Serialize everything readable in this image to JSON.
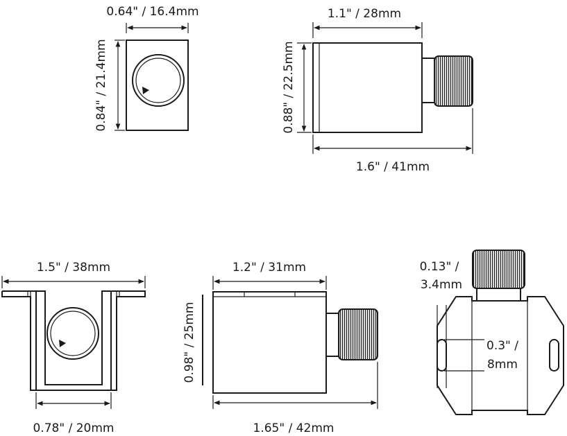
{
  "dimensions": {
    "top_left_width": "0.64\" / 16.4mm",
    "top_left_height": "0.84\" / 21.4mm",
    "top_right_body_width": "1.1\" / 28mm",
    "top_right_height": "0.88\" / 22.5mm",
    "top_right_total_width": "1.6\" / 41mm",
    "bottom_left_flange_width": "1.5\" / 38mm",
    "bottom_left_inner_width": "0.78\" / 20mm",
    "bottom_mid_body_width": "1.2\" / 31mm",
    "bottom_mid_height": "0.98\" / 25mm",
    "bottom_mid_total_width": "1.65\" / 42mm",
    "bottom_right_gap_line1": "0.13\" /",
    "bottom_right_gap_line2": "3.4mm",
    "bottom_right_slot_line1": "0.3\" /",
    "bottom_right_slot_line2": "8mm"
  }
}
